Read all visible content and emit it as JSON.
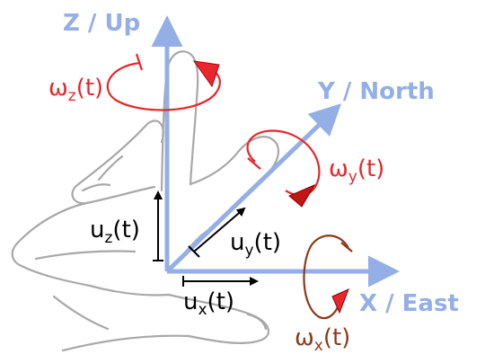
{
  "colors": {
    "axis": "#94aee6",
    "omega_xy_z": "#e8262b",
    "omega_x": "#8b3a1a",
    "displacement": "#000000",
    "hand_outline": "#a8a8a8"
  },
  "axes": {
    "z": {
      "label": "Z / Up"
    },
    "y": {
      "label": "Y / North"
    },
    "x": {
      "label": "X / East"
    }
  },
  "rotations": {
    "z": {
      "symbol": "ω",
      "sub": "z",
      "arg": "(t)"
    },
    "y": {
      "symbol": "ω",
      "sub": "y",
      "arg": "(t)"
    },
    "x": {
      "symbol": "ω",
      "sub": "x",
      "arg": "(t)"
    }
  },
  "displacements": {
    "z": {
      "symbol": "u",
      "sub": "z",
      "arg": "(t)"
    },
    "y": {
      "symbol": "u",
      "sub": "y",
      "arg": "(t)"
    },
    "x": {
      "symbol": "u",
      "sub": "x",
      "arg": "(t)"
    }
  },
  "icons": [
    "hand-outline-icon"
  ]
}
